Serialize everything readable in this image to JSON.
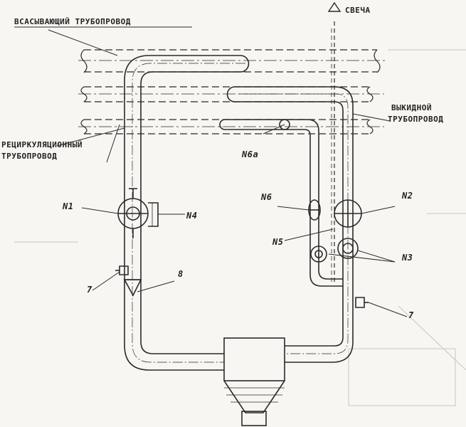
{
  "labels": {
    "suction_line": "ВСАСЫВАЮЩИЙ ТРУБОПРОВОД",
    "recirc_line_1": "РЕЦИРКУЛЯЦИОННЫЙ",
    "recirc_line_2": "ТРУБОПРОВОД",
    "discharge_line_1": "ВЫКИДНОЙ",
    "discharge_line_2": "ТРУБОПРОВОД",
    "candle": "СВЕЧА"
  },
  "callouts": {
    "n1": "N1",
    "n2": "N2",
    "n3": "N3",
    "n4": "N4",
    "n5": "N5",
    "n6": "N6",
    "n6a": "N6а",
    "seven_left": "7",
    "seven_right": "7",
    "eight": "8"
  },
  "colors": {
    "ink": "#2a2a2a",
    "paper": "#f7f6f2",
    "faint": "#c9c7c0"
  }
}
